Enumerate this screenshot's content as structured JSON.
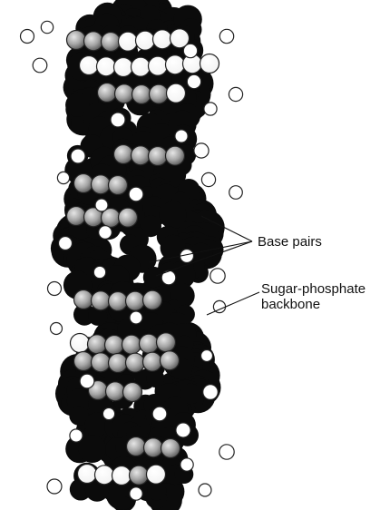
{
  "labels": {
    "base_pairs": "Base pairs",
    "sugar_phosphate": "Sugar-phosphate",
    "backbone": "backbone"
  },
  "colors": {
    "backbone": "#0b0b0b",
    "base_light": "#ffffff",
    "base_gray": "#a9a9a9",
    "leader_line": "#111111"
  }
}
